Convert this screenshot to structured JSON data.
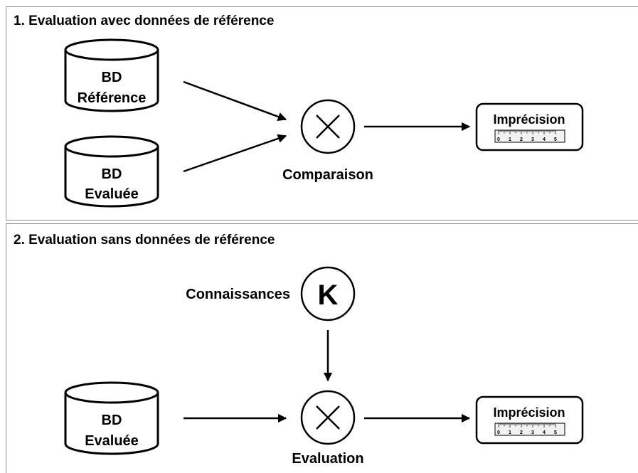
{
  "section1": {
    "title": "1. Evaluation avec données de référence",
    "db_reference": [
      "BD",
      "Référence"
    ],
    "db_evaluated": [
      "BD",
      "Evaluée"
    ],
    "operator_label": "Comparaison",
    "result_label": "Imprécision",
    "ruler_numbers": [
      "0",
      "1",
      "2",
      "3",
      "4",
      "5"
    ]
  },
  "section2": {
    "title": "2. Evaluation sans données de référence",
    "knowledge_label": "Connaissances",
    "knowledge_symbol": "K",
    "db_evaluated": [
      "BD",
      "Evaluée"
    ],
    "operator_label": "Evaluation",
    "result_label": "Imprécision",
    "ruler_numbers": [
      "0",
      "1",
      "2",
      "3",
      "4",
      "5"
    ]
  }
}
